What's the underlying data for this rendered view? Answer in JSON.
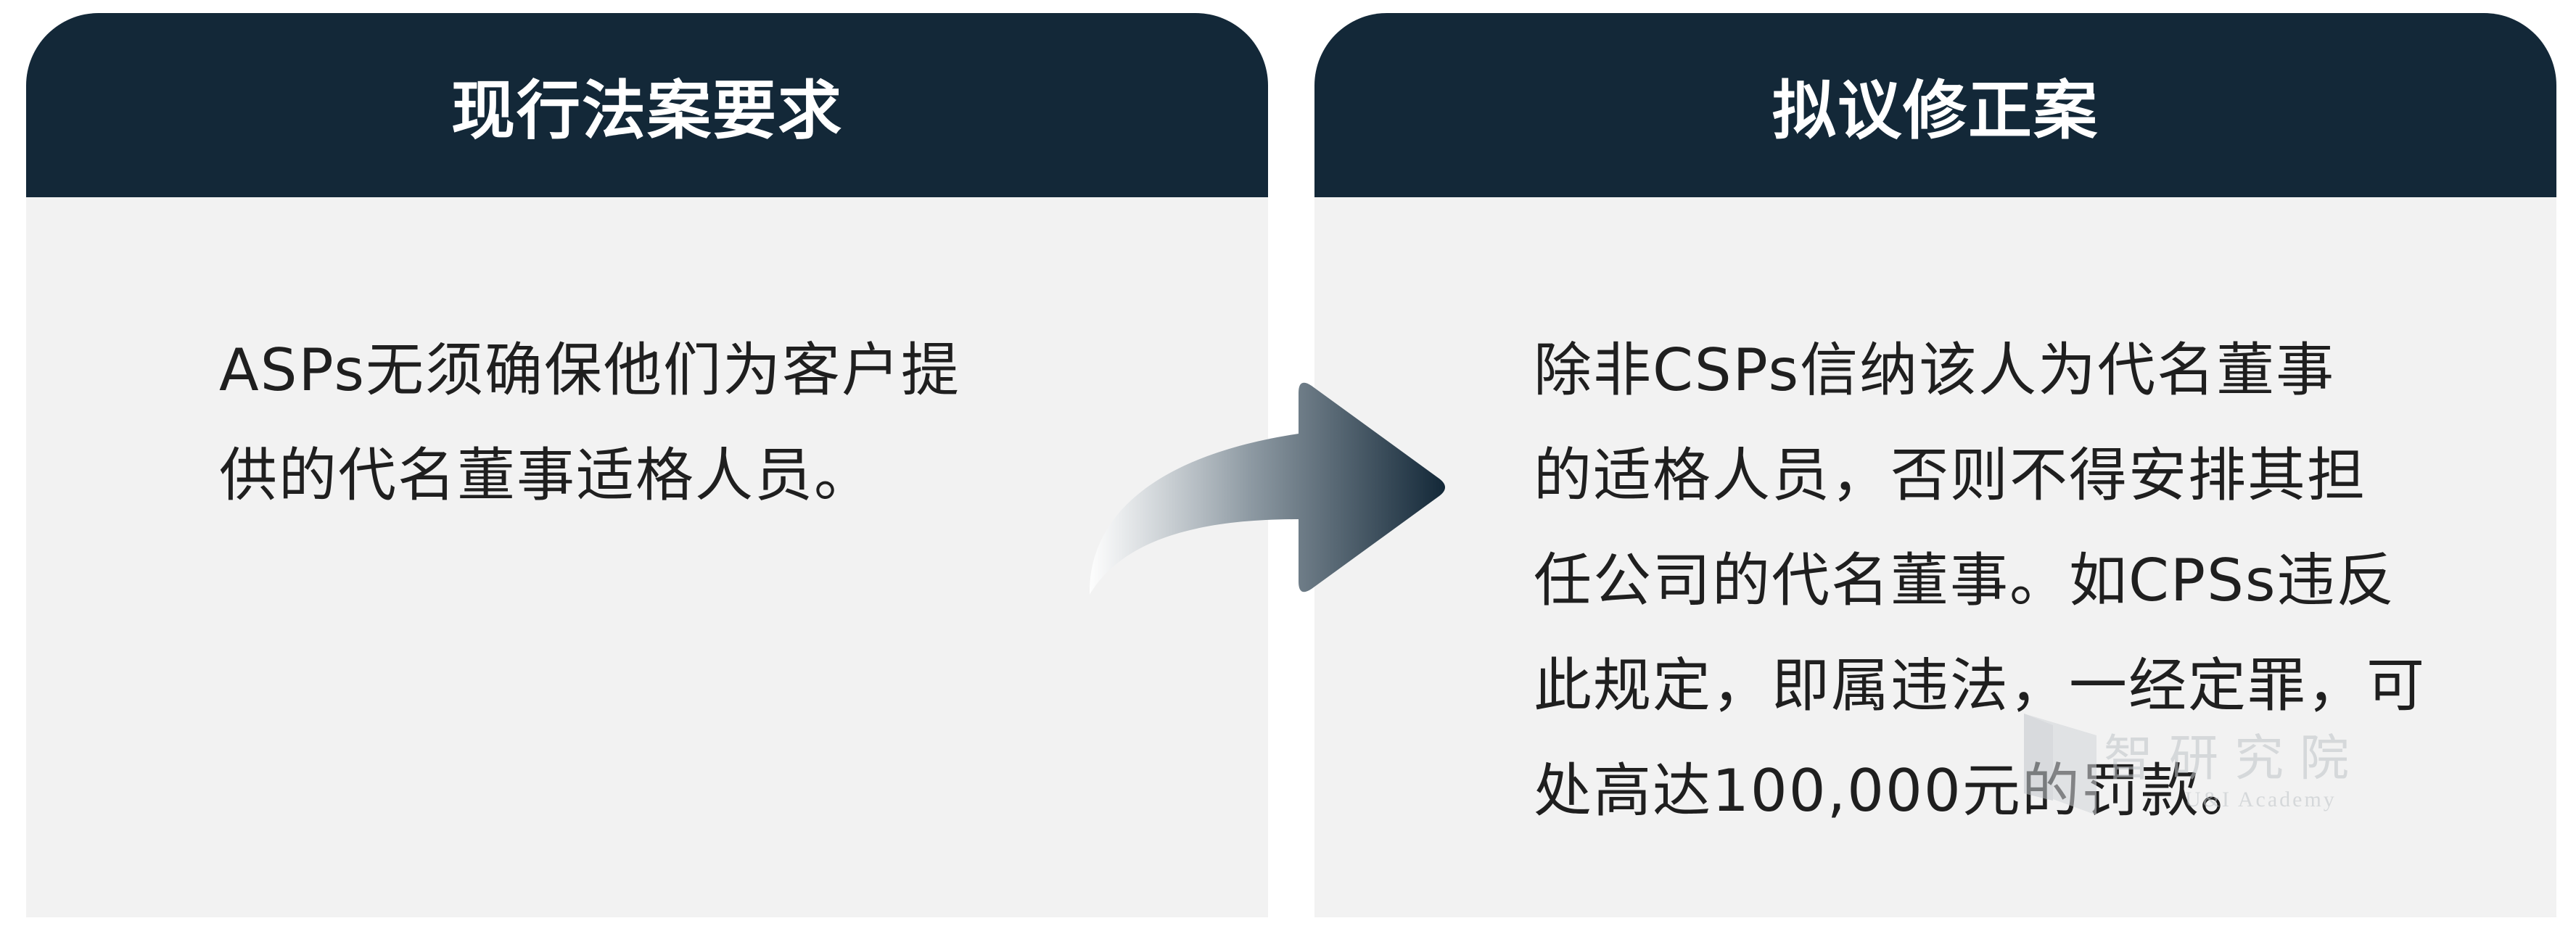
{
  "left_card": {
    "title": "现行法案要求",
    "lines": [
      "ASPs无须确保他们为客户提",
      "供的代名董事适格人员。"
    ]
  },
  "right_card": {
    "title": "拟议修正案",
    "lines": [
      "除非CSPs信纳该人为代名董事",
      "的适格人员，否则不得安排其担",
      "任公司的代名董事。如CPSs违反",
      "此规定，即属违法，一经定罪，可",
      "处高达100,000元的罚款。"
    ]
  },
  "watermark": {
    "name": "智研究院",
    "subtitle": "U&I Academy"
  },
  "colors": {
    "header": "#132838",
    "card": "#f2f2f2",
    "text": "#1f1f1f",
    "arrow_dark": "#132838",
    "arrow_light": "#ffffff"
  }
}
